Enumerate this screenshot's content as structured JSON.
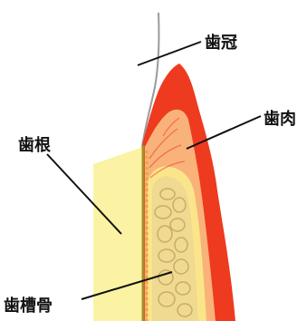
{
  "labels": {
    "crown": "歯冠",
    "gingiva": "歯肉",
    "root": "歯根",
    "alveolar_bone": "歯槽骨"
  },
  "colors": {
    "root": "#fbf3a3",
    "gingiva_outer": "#ee3a1f",
    "gingiva_inner": "#f9b27a",
    "bone_shell": "#fbe58a",
    "bone_inner": "#f0d990",
    "bone_pattern": "#c9ad67",
    "ligament": "#e8a83a",
    "root_surface": "#a98c2e",
    "crown_line": "#9a9a9a",
    "leader_line": "#111111"
  }
}
